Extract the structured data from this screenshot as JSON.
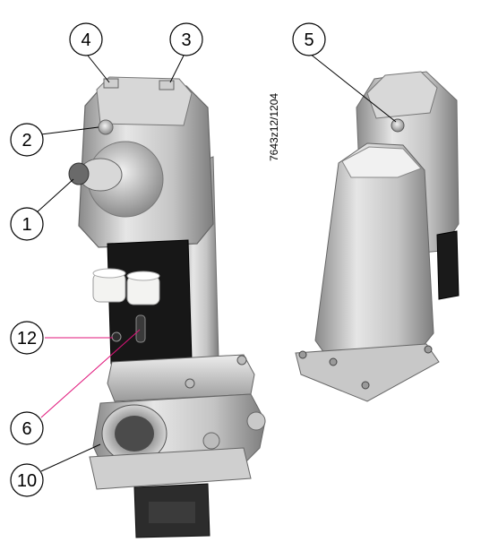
{
  "document_code": "7643z12/1204",
  "callouts": {
    "c1": "1",
    "c2": "2",
    "c3": "3",
    "c4": "4",
    "c5": "5",
    "c6": "6",
    "c10": "10",
    "c12": "12"
  },
  "colors": {
    "leader_default": "#000000",
    "leader_highlight": "#e0147a",
    "metal_light": "#e4e4e4",
    "metal_mid": "#b9b9b9",
    "metal_dark": "#7a7a7a",
    "block_black": "#161616",
    "knob_white": "#f4f4f2"
  }
}
